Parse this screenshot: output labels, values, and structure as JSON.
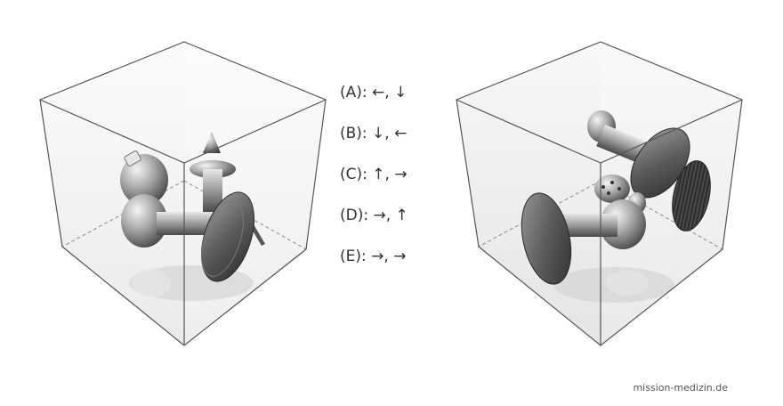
{
  "options": [
    {
      "label": "(A): ←, ↓"
    },
    {
      "label": "(B): ↓, ←"
    },
    {
      "label": "(C): ↑, →"
    },
    {
      "label": "(D): →, ↑"
    },
    {
      "label": "(E): →, →"
    }
  ],
  "watermark": "mission-medizin.de",
  "colors": {
    "cube_edge": "#555555",
    "cube_glass": "#f2f2f2",
    "object_light": "#d8d8d8",
    "object_dark": "#3a3a3a"
  }
}
